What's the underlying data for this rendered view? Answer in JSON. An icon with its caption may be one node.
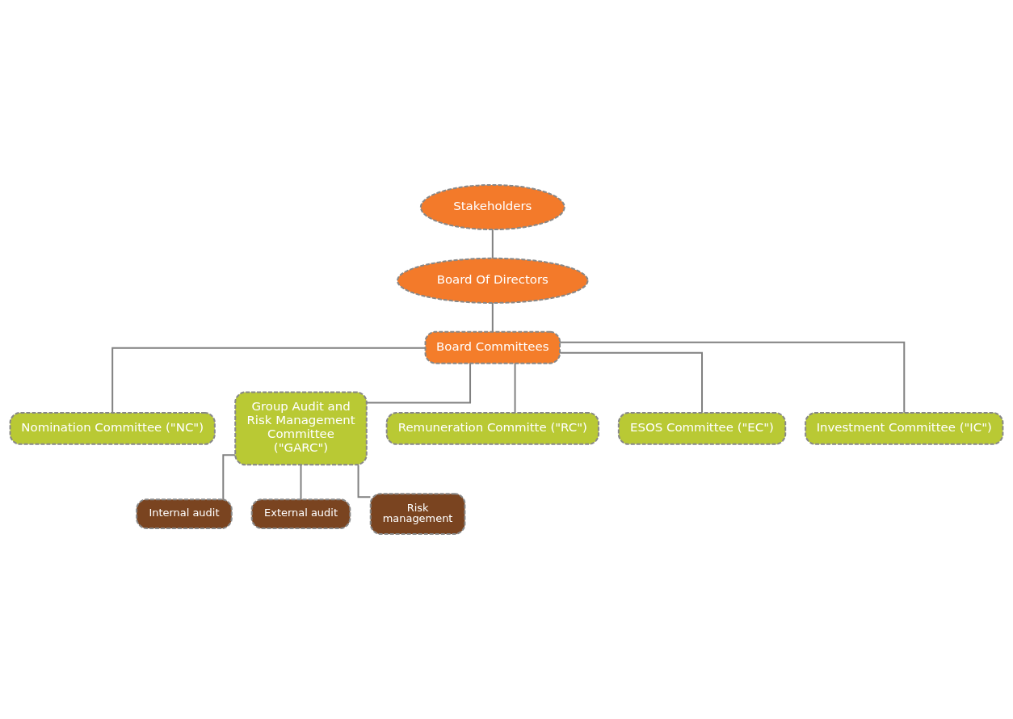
{
  "diagram": {
    "nodes": [
      {
        "text": [
          "Stakeholders"
        ]
      },
      {
        "text": [
          "Board Of Directors"
        ]
      },
      {
        "text": [
          "Board Committees"
        ]
      },
      {
        "text": [
          "Nomination Committee (\"NC\")"
        ]
      },
      {
        "text": [
          "Group Audit and Risk Management Committee (\"GARC\")"
        ]
      },
      {
        "text": [
          "Remuneration Committe (\"RC\")"
        ]
      },
      {
        "text": [
          "ESOS Committee (\"EC\")"
        ]
      },
      {
        "text": [
          "Investment Committee (\"IC\")"
        ]
      },
      {
        "text": [
          "Internal audit"
        ]
      },
      {
        "text": [
          "External audit"
        ]
      },
      {
        "text": [
          "Risk management"
        ]
      }
    ],
    "edges": [
      {
        "from": 0,
        "to": 1,
        "arrow": "none"
      },
      {
        "from": 1,
        "to": 2,
        "arrow": "none"
      },
      {
        "from": 2,
        "to": 3,
        "arrow": "none"
      },
      {
        "from": 2,
        "to": 4,
        "arrow": "none"
      },
      {
        "from": 2,
        "to": 5,
        "arrow": "none"
      },
      {
        "from": 2,
        "to": 6,
        "arrow": "none"
      },
      {
        "from": 2,
        "to": 7,
        "arrow": "none"
      },
      {
        "from": 4,
        "to": 8,
        "arrow": "none"
      },
      {
        "from": 4,
        "to": 9,
        "arrow": "none"
      },
      {
        "from": 4,
        "to": 10,
        "arrow": "none"
      }
    ]
  }
}
